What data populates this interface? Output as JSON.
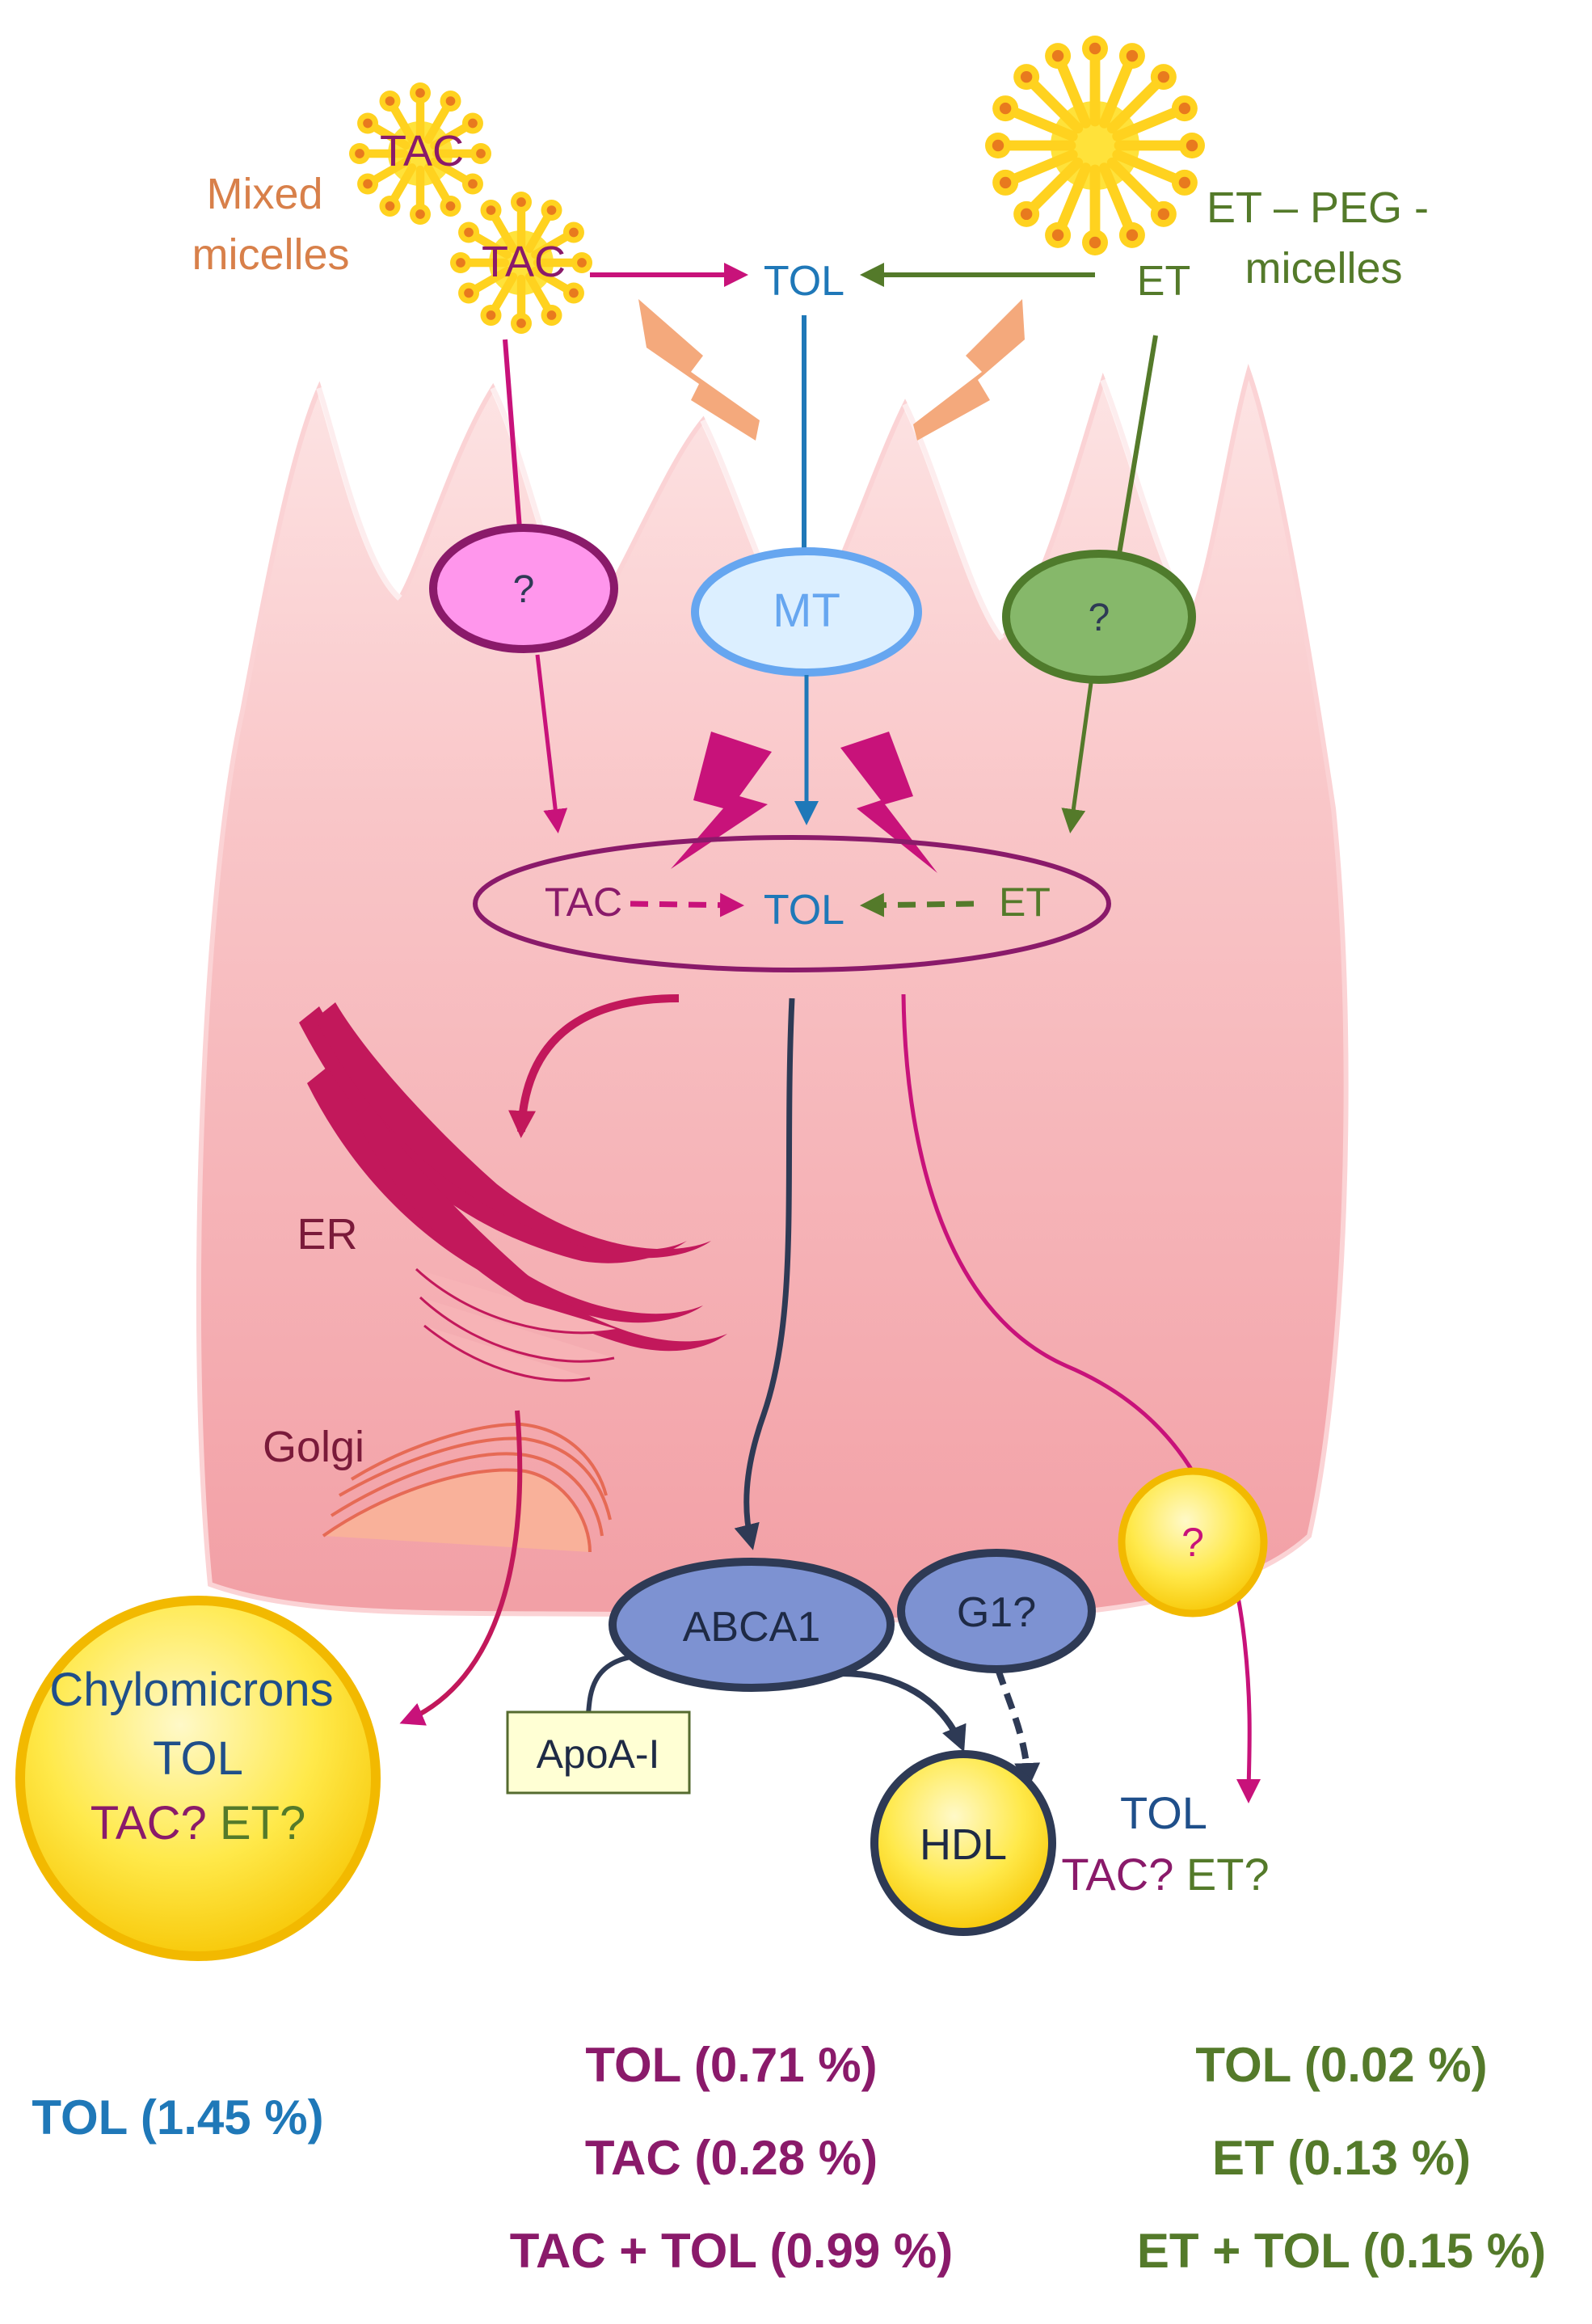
{
  "colors": {
    "tol_blue": "#1f78b8",
    "tac_magenta": "#c8127a",
    "et_green": "#547a2a",
    "tac_purple": "#8a1a6a",
    "micelle_yellow": "#ffdd22",
    "micelle_orange": "#e87a1e",
    "orange_text": "#d8804a",
    "cell_pink": "#f7b3b6",
    "dark_navy": "#2e3a55",
    "transporter_blue": "#7d92d2",
    "er_magenta": "#c2185b"
  },
  "top": {
    "mixed_micelles": [
      "Mixed",
      "micelles"
    ],
    "tac_micelle_1": "TAC",
    "tac_micelle_2": "TAC",
    "tol": "TOL",
    "et": "ET",
    "et_peg_micelles": [
      "ET – PEG -",
      "micelles"
    ]
  },
  "membrane": {
    "tac_transporter": "?",
    "mt_transporter": "MT",
    "et_transporter": "?"
  },
  "cytoplasm": {
    "tac": "TAC",
    "tol": "TOL",
    "et": "ET",
    "er_label": "ER",
    "golgi_label": "Golgi",
    "basolateral_transporter": "?"
  },
  "export": {
    "abca1": "ABCA1",
    "g1": "G1?",
    "apoai": "ApoA-I",
    "hdl": "HDL",
    "chylomicrons": [
      "Chylomicrons",
      "TOL"
    ],
    "chylo_tac": "TAC?",
    "chylo_et": "ET?",
    "out_tol": "TOL",
    "out_tac": "TAC?",
    "out_et": "ET?"
  },
  "results": {
    "left": [
      "TOL (1.45 %)"
    ],
    "middle": [
      "TOL (0.71 %)",
      "TAC (0.28 %)",
      "TAC + TOL (0.99 %)"
    ],
    "right": [
      "TOL (0.02 %)",
      "ET (0.13 %)",
      "ET + TOL (0.15 %)"
    ]
  }
}
